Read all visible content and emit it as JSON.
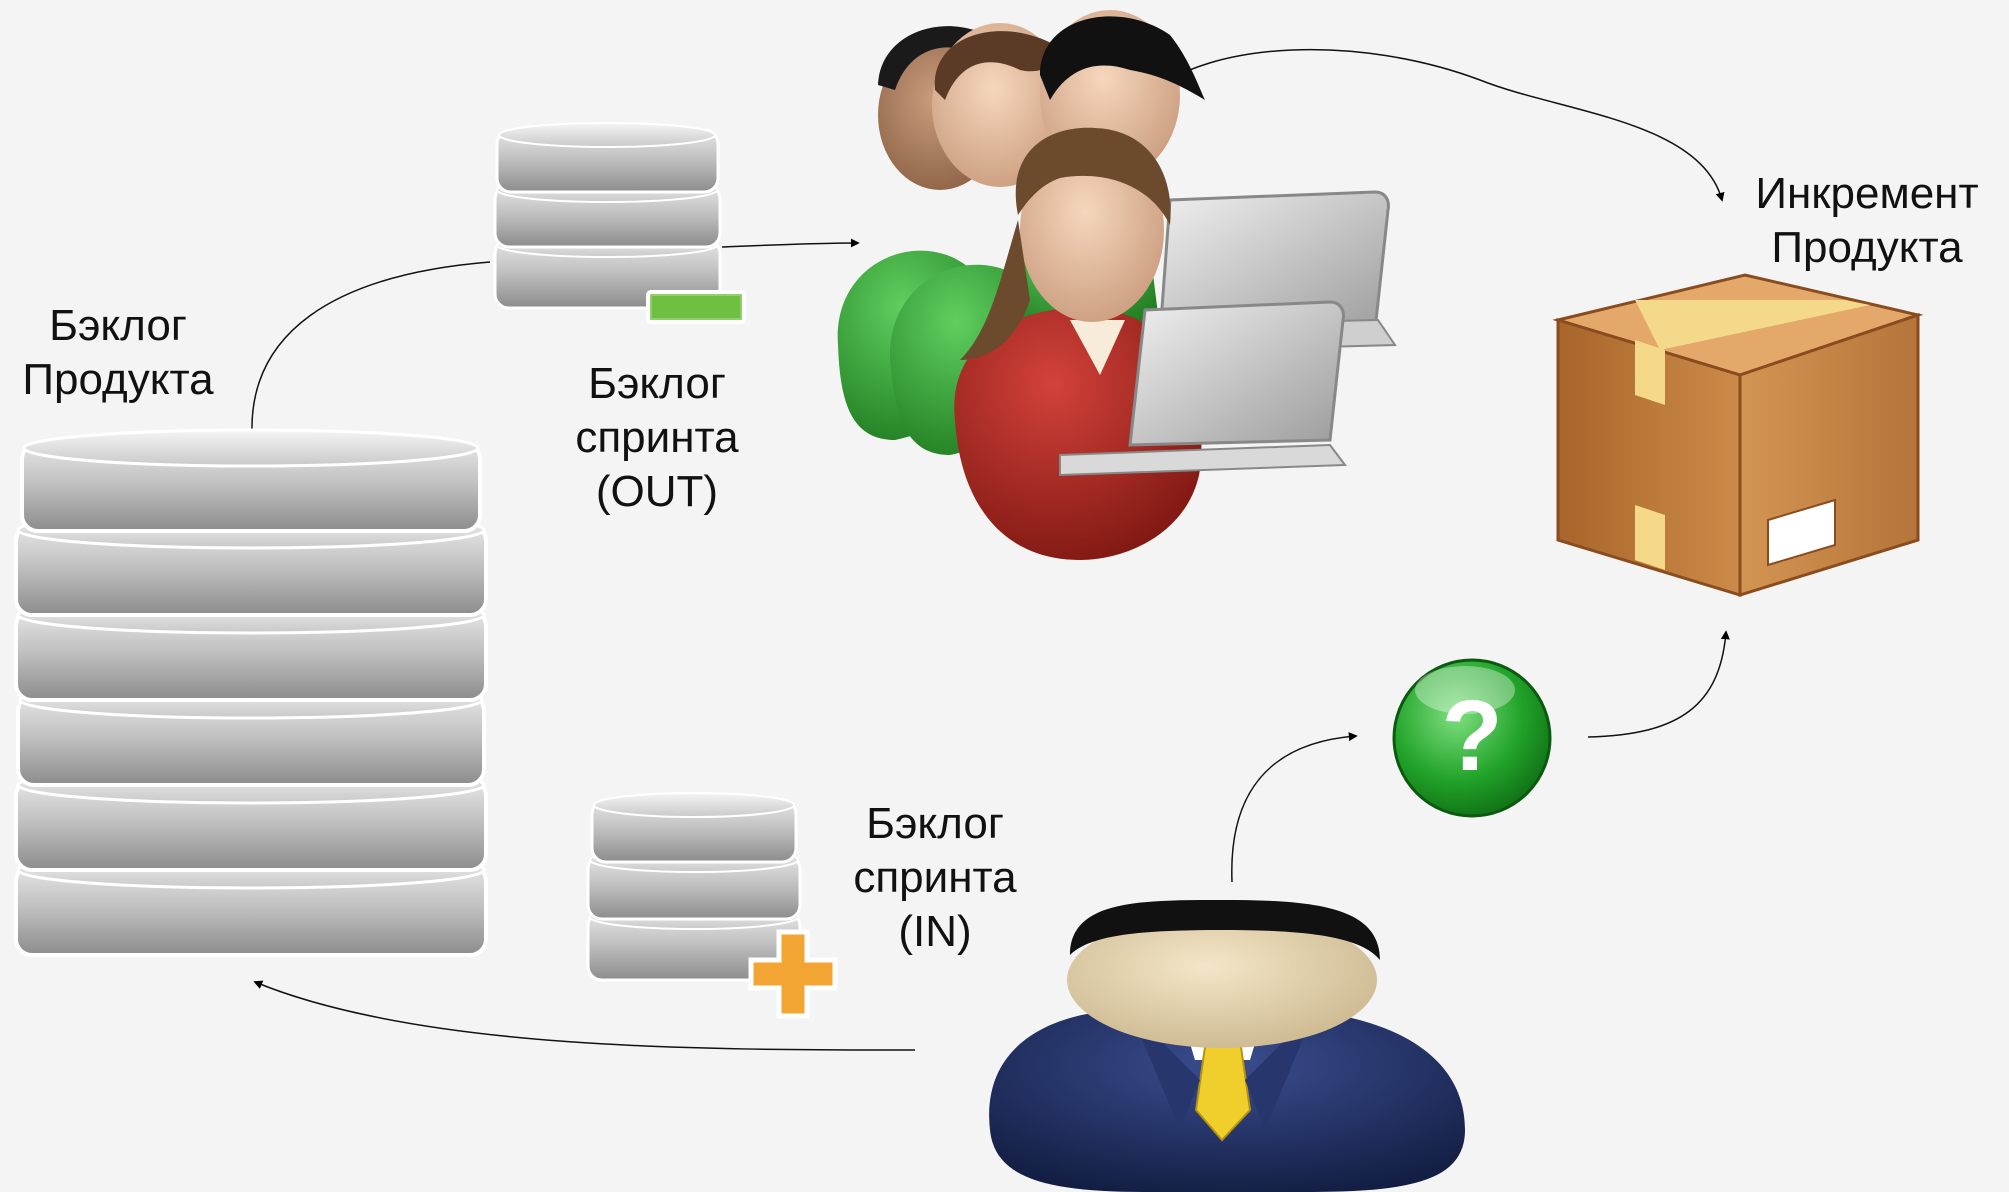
{
  "product_backlog": {
    "label_line1": "Бэклог",
    "label_line2": "Продукта"
  },
  "sprint_backlog_out": {
    "label_line1": "Бэклог",
    "label_line2": "спринта",
    "label_line3": "(OUT)"
  },
  "sprint_backlog_in": {
    "label_line1": "Бэклог",
    "label_line2": "спринта",
    "label_line3": "(IN)"
  },
  "increment": {
    "label_line1": "Инкремент",
    "label_line2": "Продукта"
  },
  "question_mark": "?"
}
